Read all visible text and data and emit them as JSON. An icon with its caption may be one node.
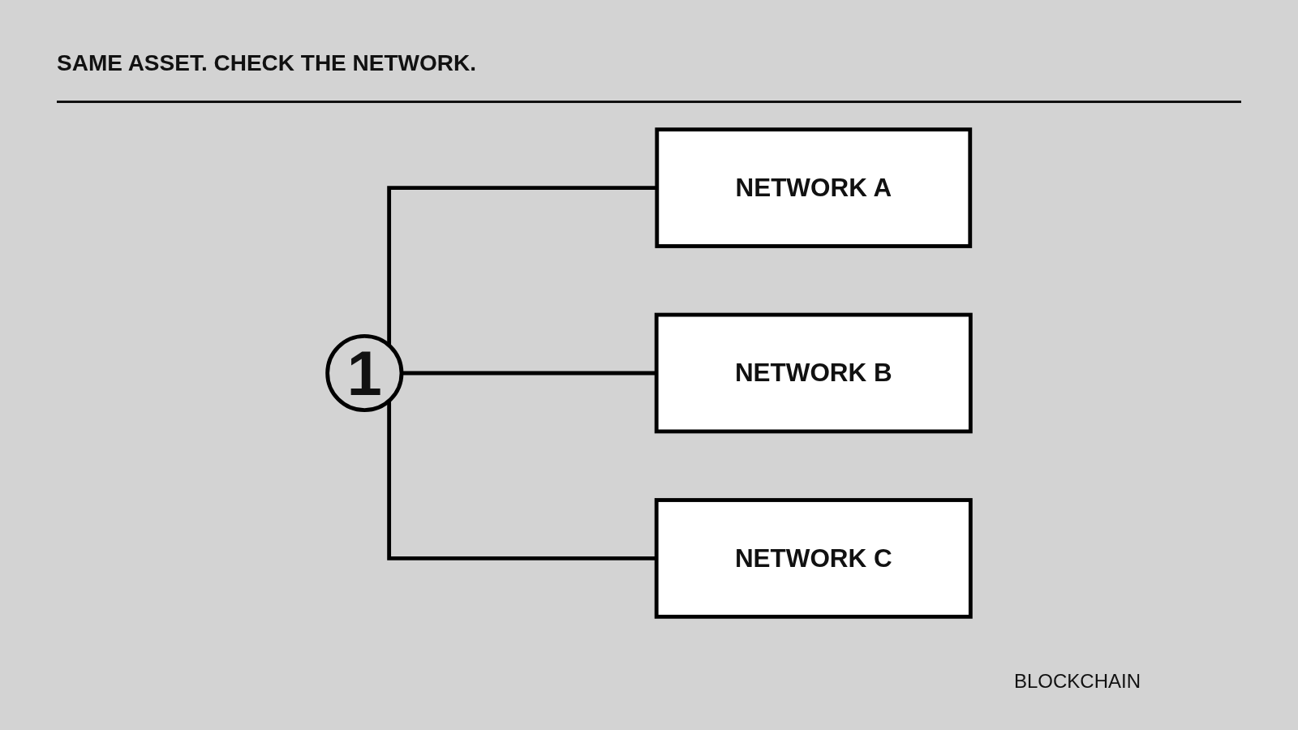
{
  "diagram": {
    "title": "SAME ASSET. CHECK THE NETWORK.",
    "nodes": [
      {
        "text": [
          "1"
        ]
      },
      {
        "text": [
          "NETWORK A"
        ]
      },
      {
        "text": [
          "NETWORK B"
        ]
      },
      {
        "text": [
          "NETWORK C"
        ]
      }
    ],
    "edges": [
      {
        "from": 0,
        "to": 1,
        "arrow": "none"
      },
      {
        "from": 0,
        "to": 2,
        "arrow": "none"
      },
      {
        "from": 0,
        "to": 3,
        "arrow": "none"
      }
    ],
    "labels": [
      "BLOCKCHAIN"
    ]
  }
}
